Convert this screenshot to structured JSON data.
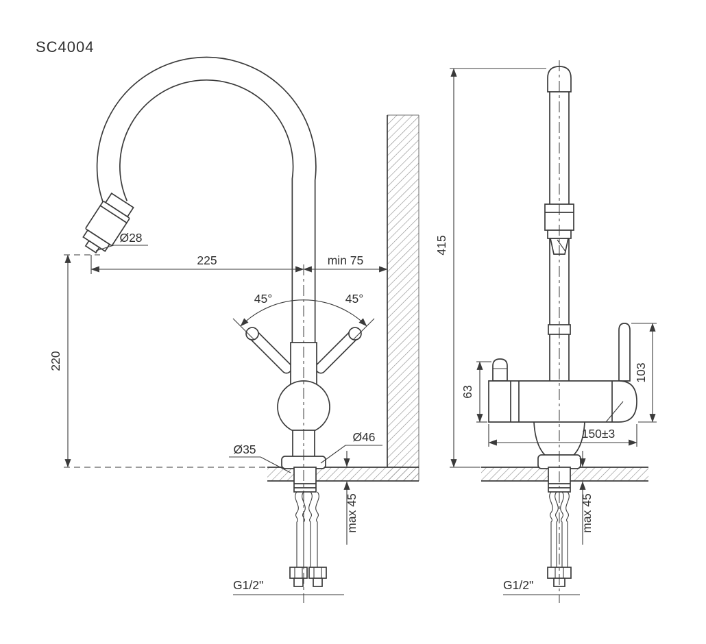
{
  "title": "SC4004",
  "colors": {
    "line": "#3a3a3a",
    "background": "#ffffff",
    "hatch": "#8a8a8a"
  },
  "front_view": {
    "reach": "225",
    "wall_clearance": "min 75",
    "angle_left": "45°",
    "angle_right": "45°",
    "height": "220",
    "spout_diameter": "Ø28",
    "hole_diameter": "Ø35",
    "base_diameter": "Ø46",
    "counter_thickness": "max 45",
    "connector_thread": "G1/2\""
  },
  "side_view": {
    "overall_height": "415",
    "body_height": "63",
    "handle_height": "103",
    "body_length": "150±3",
    "counter_thickness": "max 45",
    "connector_thread": "G1/2\""
  }
}
